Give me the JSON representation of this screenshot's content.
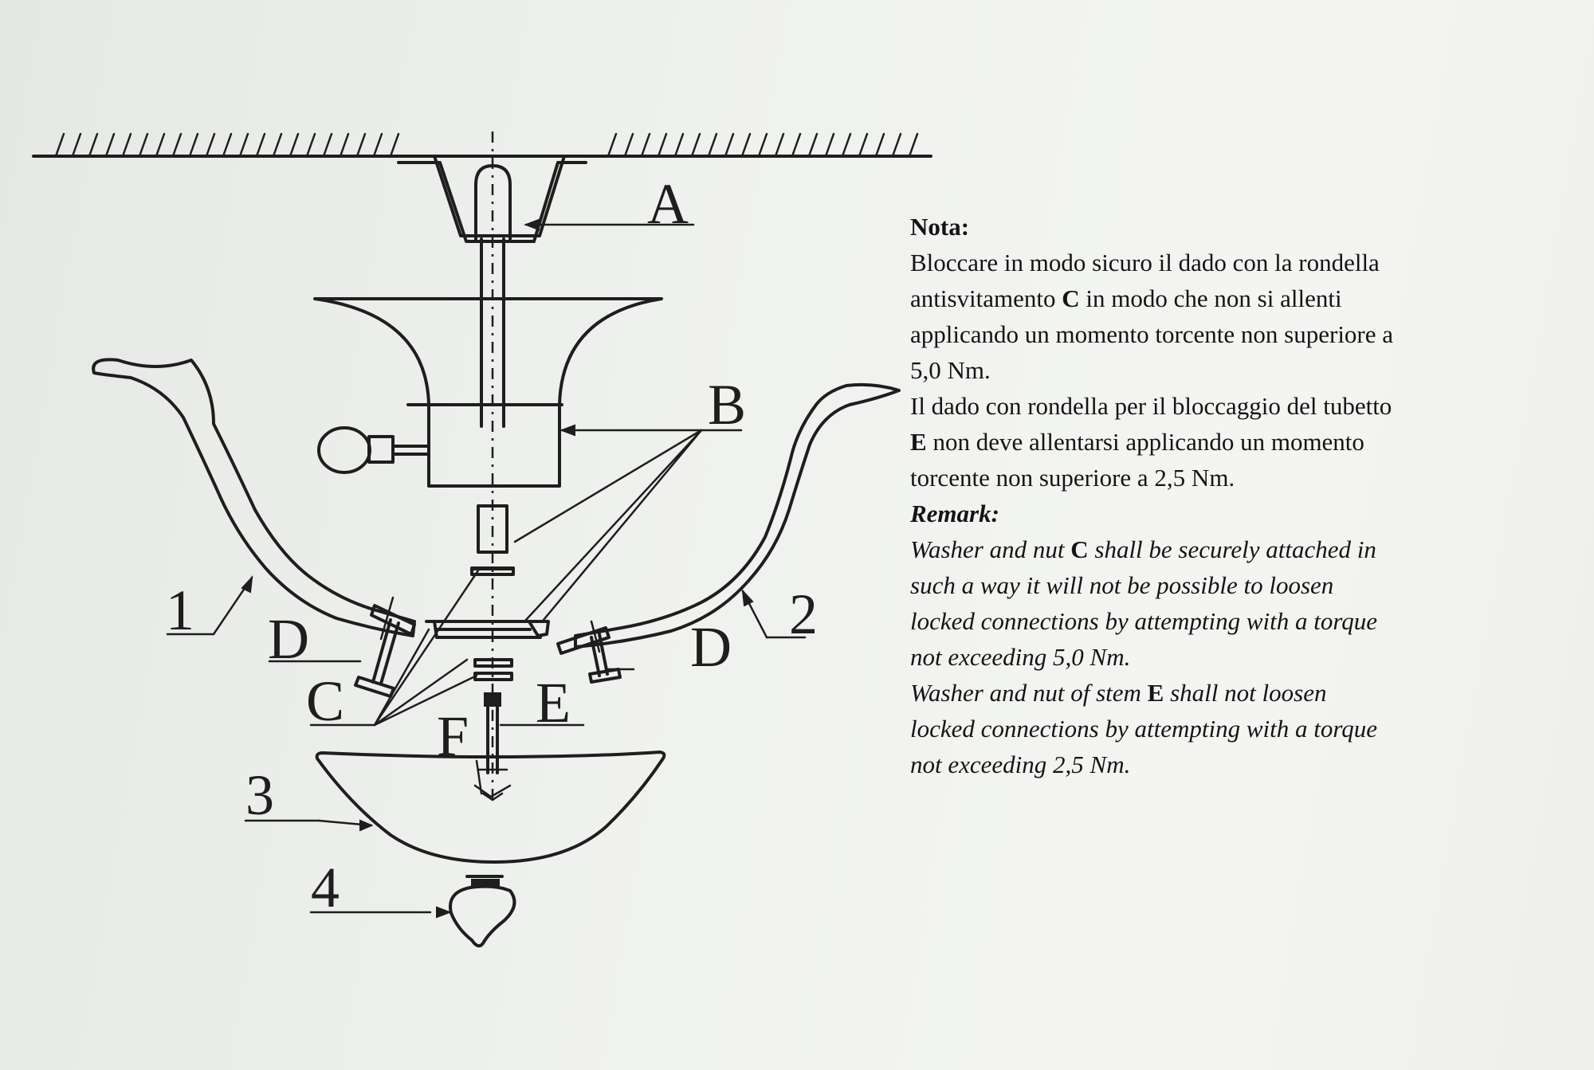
{
  "labels": {
    "A": "A",
    "B": "B",
    "C": "C",
    "D1": "D",
    "D2": "D",
    "E": "E",
    "F": "F",
    "n1": "1",
    "n2": "2",
    "n3": "3",
    "n4": "4"
  },
  "nota": {
    "heading": "Nota:",
    "lines": [
      "Bloccare in modo sicuro il dado con la rondella",
      [
        "antisvitamento ",
        "C",
        " in modo che non si allenti"
      ],
      "applicando un momento torcente non superiore a",
      "5,0 Nm.",
      "Il dado con rondella per il bloccaggio del tubetto",
      [
        "",
        "E",
        " non deve allentarsi applicando un momento"
      ],
      "torcente non superiore a 2,5 Nm."
    ]
  },
  "remark": {
    "heading": "Remark:",
    "lines": [
      [
        "Washer and nut ",
        "C",
        " shall be securely attached in"
      ],
      "such a way it will not be possible to loosen",
      "locked connections by attempting with a torque",
      "not exceeding 5,0 Nm.",
      [
        "Washer and nut of stem ",
        "E",
        " shall not loosen"
      ],
      "locked connections by attempting with a torque",
      "not exceeding 2,5 Nm."
    ]
  }
}
